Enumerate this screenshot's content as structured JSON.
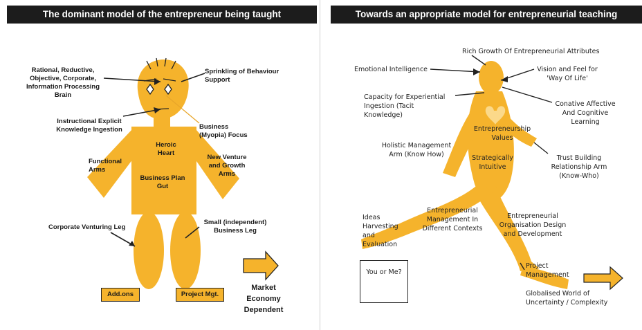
{
  "left_panel": {
    "title": "The dominant model of the entrepreneur being taught",
    "labels": {
      "brain": "Rational, Reductive, Objective, Corporate, Information Processing Brain",
      "behaviour": "Sprinkling of Behaviour Support",
      "instructional": "Instructional Explicit Knowledge Ingestion",
      "myopia": "Business (Myopia) Focus",
      "heroic": "Heroic Heart",
      "functional": "Functional Arms",
      "new_venture": "New Venture and Growth Arms",
      "business_plan": "Business Plan Gut",
      "corporate_leg": "Corporate Venturing Leg",
      "small_leg": "Small (independent) Business Leg",
      "market": "Market Economy Dependent"
    },
    "boxes": {
      "addons": "Add.ons",
      "project": "Project Mgt."
    }
  },
  "right_panel": {
    "title": "Towards an appropriate model for entrepreneurial teaching",
    "labels": {
      "rich_growth": "Rich Growth Of Entrepreneurial Attributes",
      "emotional": "Emotional Intelligence",
      "vision": "Vision and Feel for 'Way Of Life'",
      "capacity": "Capacity for Experiential Ingestion (Tacit Knowledge)",
      "conative": "Conative Affective And Cognitive Learning",
      "values": "Entrepreneurship Values",
      "holistic": "Holistic Management Arm (Know How)",
      "strategically": "Strategically Intuitive",
      "trust": "Trust Building Relationship Arm (Know-Who)",
      "ideas": "Ideas Harvesting and Evaluation",
      "management": "Entrepreneurial Management In Different Contexts",
      "organisation": "Entrepreneurial Organisation Design and Development",
      "project": "Project Management",
      "globalised": "Globalised World of Uncertainty / Complexity"
    },
    "you_box": "You or Me?"
  },
  "colors": {
    "figure": "#f5b32c",
    "title_bg": "#1c1c1c",
    "title_text": "#ffffff"
  }
}
